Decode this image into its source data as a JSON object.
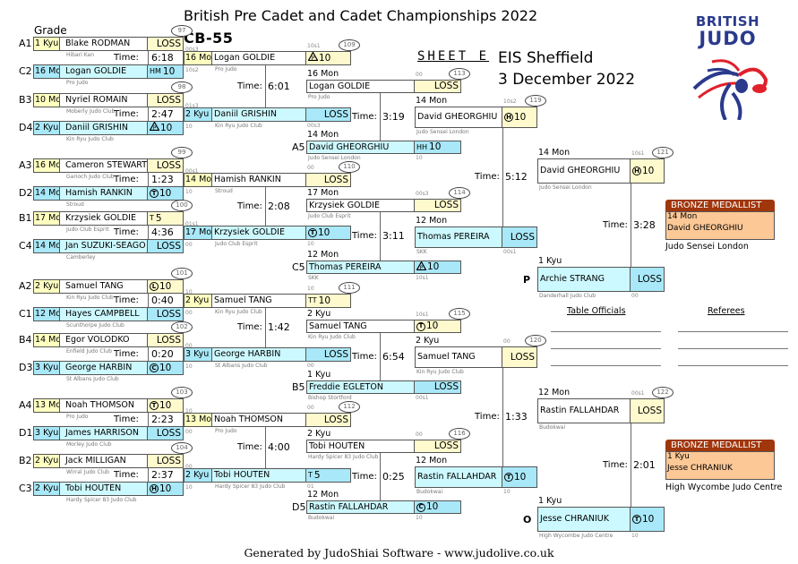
{
  "header": {
    "title": "British Pre Cadet and Cadet Championships 2022",
    "category": "CB-55",
    "sheet": "SHEET E",
    "venue": "EIS Sheffield",
    "date": "3 December 2022",
    "grade_heading": "Grade",
    "logo_text": [
      "BRITISH",
      "JUDO"
    ]
  },
  "colors": {
    "top_score": "#fffacd",
    "bottom_score": "#a8e8f8",
    "bottom_name": "#ccf9ff",
    "top_grade": "#ffffc0",
    "bronze_header": "#a0360c",
    "bronze_box": "#fcc896"
  },
  "time_label": "Time:",
  "rounds": [
    [
      {
        "id": "97",
        "time": "6:18",
        "top": {
          "seed": "A1",
          "grade": "1 Kyu",
          "name": "Blake RODMAN",
          "club": "Hibari Kan",
          "score": "LOSS",
          "note": "00s3"
        },
        "bottom": {
          "seed": "C2",
          "grade": "16 Mon",
          "name": "Logan GOLDIE",
          "club": "Pro Judo",
          "score": "10",
          "icon": "text-HM",
          "note": "10s2"
        }
      },
      {
        "id": "98",
        "time": "2:47",
        "top": {
          "seed": "B3",
          "grade": "10 Mon",
          "name": "Nyriel ROMAIN",
          "club": "Moberly Judo Club",
          "score": "LOSS",
          "note": "01s3"
        },
        "bottom": {
          "seed": "D4",
          "grade": "2 Kyu",
          "name": "Daniil GRISHIN",
          "club": "Kin Ryu Judo Club",
          "score": "10",
          "icon": "triangle",
          "note": "10"
        }
      },
      {
        "id": "99",
        "time": "1:23",
        "top": {
          "seed": "A3",
          "grade": "16 Mon",
          "name": "Cameron STEWART",
          "club": "Garioch Judo Club",
          "score": "LOSS",
          "note": "00s1"
        },
        "bottom": {
          "seed": "D2",
          "grade": "14 Mon",
          "name": "Hamish RANKIN",
          "club": "Stroud",
          "score": "10",
          "icon": "circle-T",
          "note": "10"
        }
      },
      {
        "id": "100",
        "time": "4:36",
        "top": {
          "seed": "B1",
          "grade": "17 Mon",
          "name": "Krzysiek GOLDIE",
          "club": "Judo Club Esprit",
          "score": "5",
          "icon": "text-T",
          "note": "01s1"
        },
        "bottom": {
          "seed": "C4",
          "grade": "14 Mon",
          "name": "Jan SUZUKI-SEAGO",
          "club": "Camberley",
          "score": "LOSS",
          "note": "00"
        }
      },
      {
        "id": "101",
        "time": "0:40",
        "top": {
          "seed": "A2",
          "grade": "2 Kyu",
          "name": "Samuel TANG",
          "club": "Kin Ryu Judo Club",
          "score": "10",
          "icon": "circle-L",
          "note": "10"
        },
        "bottom": {
          "seed": "C1",
          "grade": "12 Mon",
          "name": "Hayes CAMPBELL",
          "club": "Scunthorpe Judo Club",
          "score": "LOSS",
          "note": "00"
        }
      },
      {
        "id": "102",
        "time": "0:20",
        "top": {
          "seed": "B4",
          "grade": "14 Mon",
          "name": "Egor VOLODKO",
          "club": "Enfield Judo Club",
          "score": "LOSS",
          "note": "00"
        },
        "bottom": {
          "seed": "D3",
          "grade": "3 Kyu",
          "name": "George HARBIN",
          "club": "St Albans Judo Club",
          "score": "10",
          "icon": "circle-C",
          "note": "10"
        }
      },
      {
        "id": "103",
        "time": "2:23",
        "top": {
          "seed": "A4",
          "grade": "13 Mon",
          "name": "Noah THOMSON",
          "club": "Pro Judo",
          "score": "10",
          "icon": "circle-T",
          "note": "10"
        },
        "bottom": {
          "seed": "D1",
          "grade": "3 Kyu",
          "name": "James HARRISON",
          "club": "Morley Judo Club",
          "score": "LOSS",
          "note": "00"
        }
      },
      {
        "id": "104",
        "time": "2:37",
        "top": {
          "seed": "B2",
          "grade": "2 Kyu",
          "name": "Jack MILLIGAN",
          "club": "Wirral Judo Club",
          "score": "LOSS",
          "note": "00"
        },
        "bottom": {
          "seed": "C3",
          "grade": "2 Kyu",
          "name": "Tobi HOUTEN",
          "club": "Hardy Spicer 83 Judo Club",
          "score": "10",
          "icon": "circle-H",
          "note": "10"
        }
      }
    ],
    [
      {
        "id": "109",
        "time": "6:01",
        "top": {
          "grade": "16 Mon",
          "name": "Logan GOLDIE",
          "club": "Pro Judo",
          "score": "10",
          "icon": "triangle",
          "note": "10s1"
        },
        "bottom": {
          "grade": "2 Kyu",
          "name": "Daniil GRISHIN",
          "club": "Kin Ryu Judo Club",
          "score": "LOSS",
          "note": "00s3"
        }
      },
      {
        "id": "110",
        "time": "2:08",
        "top": {
          "grade": "14 Mon",
          "name": "Hamish RANKIN",
          "club": "Stroud",
          "score": "LOSS",
          "note": "00"
        },
        "bottom": {
          "grade": "17 Mon",
          "name": "Krzysiek GOLDIE",
          "club": "Judo Club Esprit",
          "score": "10",
          "icon": "circle-T",
          "note": "10"
        }
      },
      {
        "id": "111",
        "time": "1:42",
        "top": {
          "grade": "2 Kyu",
          "name": "Samuel TANG",
          "club": "Kin Ryu Judo Club",
          "score": "10",
          "icon": "text-TT",
          "note": "10"
        },
        "bottom": {
          "grade": "3 Kyu",
          "name": "George HARBIN",
          "club": "St Albans Judo Club",
          "score": "LOSS",
          "note": "00"
        }
      },
      {
        "id": "112",
        "time": "4:00",
        "top": {
          "grade": "13 Mon",
          "name": "Noah THOMSON",
          "club": "Pro Judo",
          "score": "LOSS",
          "note": "00"
        },
        "bottom": {
          "grade": "2 Kyu",
          "name": "Tobi HOUTEN",
          "club": "Hardy Spicer 83 Judo Club",
          "score": "5",
          "icon": "text-T",
          "note": "01"
        }
      }
    ],
    [
      {
        "id": "113",
        "time": "3:19",
        "top": {
          "grade": "16 Mon",
          "name": "Logan GOLDIE",
          "club": "Pro Judo",
          "score": "LOSS",
          "note": "00"
        },
        "bottom": {
          "seed": "A5",
          "grade": "14 Mon",
          "name": "David GHEORGHIU",
          "club": "Judo Sensei London",
          "score": "10",
          "icon": "text-HH",
          "note": "10"
        }
      },
      {
        "id": "114",
        "time": "3:11",
        "top": {
          "grade": "17 Mon",
          "name": "Krzysiek GOLDIE",
          "club": "Judo Club Esprit",
          "score": "LOSS",
          "note": "00s3"
        },
        "bottom": {
          "seed": "C5",
          "grade": "12 Mon",
          "name": "Thomas PEREIRA",
          "club": "SKK",
          "score": "10",
          "icon": "triangle",
          "note": "10s1"
        }
      },
      {
        "id": "115",
        "time": "6:54",
        "top": {
          "grade": "2 Kyu",
          "name": "Samuel TANG",
          "club": "Kin Ryu Judo Club",
          "score": "10",
          "icon": "circle-T",
          "note": "10s1"
        },
        "bottom": {
          "seed": "B5",
          "grade": "1 Kyu",
          "name": "Freddie EGLETON",
          "club": "Bishop Stortford",
          "score": "LOSS",
          "note": "00s1"
        }
      },
      {
        "id": "116",
        "time": "0:25",
        "top": {
          "grade": "2 Kyu",
          "name": "Tobi HOUTEN",
          "club": "Hardy Spicer 83 Judo Club",
          "score": "LOSS",
          "note": "00"
        },
        "bottom": {
          "seed": "D5",
          "grade": "12 Mon",
          "name": "Rastin FALLAHDAR",
          "club": "Budokwai",
          "score": "10",
          "icon": "circle-C",
          "note": "10"
        }
      }
    ],
    [
      {
        "id": "119",
        "time": "5:12",
        "top": {
          "grade": "14 Mon",
          "name": "David GHEORGHIU",
          "club": "Judo Sensei London",
          "score": "10",
          "icon": "circle-H",
          "note": "10s2"
        },
        "bottom": {
          "grade": "12 Mon",
          "name": "Thomas PEREIRA",
          "club": "SKK",
          "score": "LOSS",
          "note": "00s1"
        }
      },
      {
        "id": "120",
        "time": "1:33",
        "top": {
          "grade": "2 Kyu",
          "name": "Samuel TANG",
          "club": "Kin Ryu Judo Club",
          "score": "LOSS",
          "note": "00"
        },
        "bottom": {
          "grade": "12 Mon",
          "name": "Rastin FALLAHDAR",
          "club": "Budokwai",
          "score": "10",
          "icon": "circle-T",
          "note": "10"
        }
      }
    ],
    [
      {
        "id": "121",
        "time": "3:28",
        "top": {
          "grade": "14 Mon",
          "name": "David GHEORGHIU",
          "club": "Judo Sensei London",
          "score": "10",
          "icon": "circle-H",
          "note": "10s1"
        },
        "bottom": {
          "seed": "P",
          "grade": "1 Kyu",
          "name": "Archie STRANG",
          "club": "Danderhall Judo Club",
          "score": "LOSS",
          "note": "00"
        }
      },
      {
        "id": "122",
        "time": "2:01",
        "top": {
          "grade": "12 Mon",
          "name": "Rastin FALLAHDAR",
          "club": "Budokwai",
          "score": "LOSS",
          "note": "00s1"
        },
        "bottom": {
          "seed": "O",
          "grade": "1 Kyu",
          "name": "Jesse CHRANIUK",
          "club": "High Wycombe Judo Centre",
          "score": "10",
          "icon": "circle-T",
          "note": "10"
        }
      }
    ]
  ],
  "bronze": [
    {
      "heading": "BRONZE MEDALLIST",
      "grade": "14 Mon",
      "name": "David GHEORGHIU",
      "club": "Judo Sensei London"
    },
    {
      "heading": "BRONZE MEDALLIST",
      "grade": "1 Kyu",
      "name": "Jesse CHRANIUK",
      "club": "High Wycombe Judo Centre"
    }
  ],
  "officials": {
    "table_officials": "Table Officials",
    "referees": "Referees"
  },
  "footer": "Generated by JudoShiai Software - www.judolive.co.uk"
}
